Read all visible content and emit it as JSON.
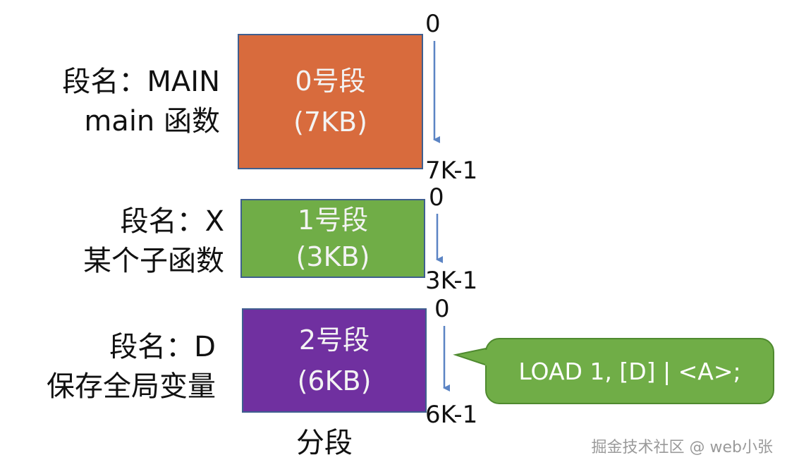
{
  "colors": {
    "segment_0": "#d86b3d",
    "segment_1": "#70ad47",
    "segment_2": "#7030a0",
    "arrow": "#5b84c4",
    "callout": "#70ad47"
  },
  "segments": [
    {
      "name_line": "段名：MAIN",
      "desc_line": "main 函数",
      "title": "0号段",
      "size": "(7KB)",
      "start": "0",
      "end": "7K-1"
    },
    {
      "name_line": "段名：X",
      "desc_line": "某个子函数",
      "title": "1号段",
      "size": "(3KB)",
      "start": "0",
      "end": "3K-1"
    },
    {
      "name_line": "段名：D",
      "desc_line": "保存全局变量",
      "title": "2号段",
      "size": "(6KB)",
      "start": "0",
      "end": "6K-1"
    }
  ],
  "callout": {
    "text": "LOAD 1, [D] | <A>;"
  },
  "caption": "分段",
  "watermark": "掘金技术社区 @ web小张"
}
